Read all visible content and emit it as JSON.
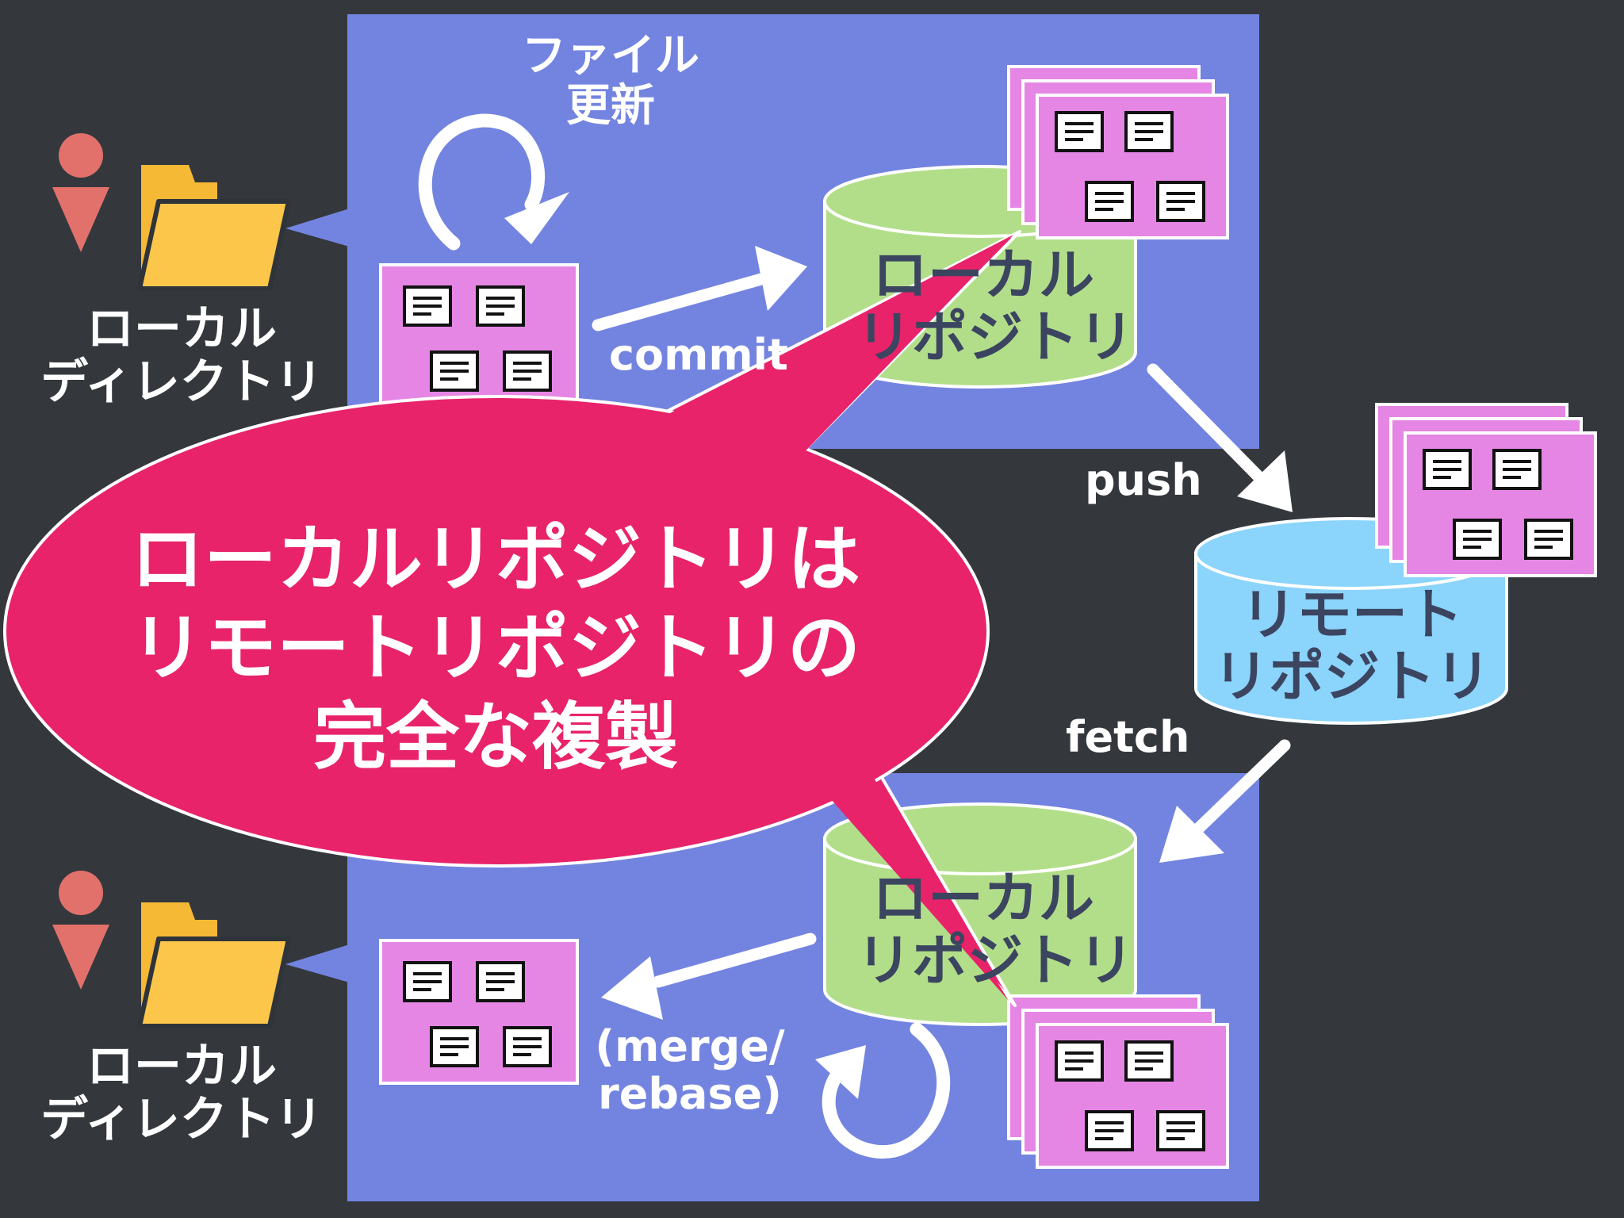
{
  "diagram": {
    "colors": {
      "background": "#34383d",
      "panel": "#7384e0",
      "local_repo": "#b2de8a",
      "remote_repo": "#8bd4fb",
      "file_card": "#e586e5",
      "folder": "#f6b935",
      "person": "#e2716b",
      "callout": "#e8236a"
    },
    "labels": {
      "file_update": [
        "ファイル",
        "更新"
      ],
      "local_directory": [
        "ローカル",
        "ディレクトリ"
      ],
      "local_repository": [
        "ローカル",
        "リポジトリ"
      ],
      "remote_repository": [
        "リモート",
        "リポジトリ"
      ],
      "commit": "commit",
      "push": "push",
      "fetch": "fetch",
      "merge_rebase": [
        "(merge/",
        "rebase)"
      ]
    },
    "callout": {
      "lines": [
        "ローカルリポジトリは",
        "リモートリポジトリの",
        "完全な複製"
      ]
    },
    "icons": [
      "person-icon",
      "folder-icon",
      "file-icon",
      "database-icon",
      "refresh-arrow-icon",
      "arrow-icon"
    ]
  }
}
